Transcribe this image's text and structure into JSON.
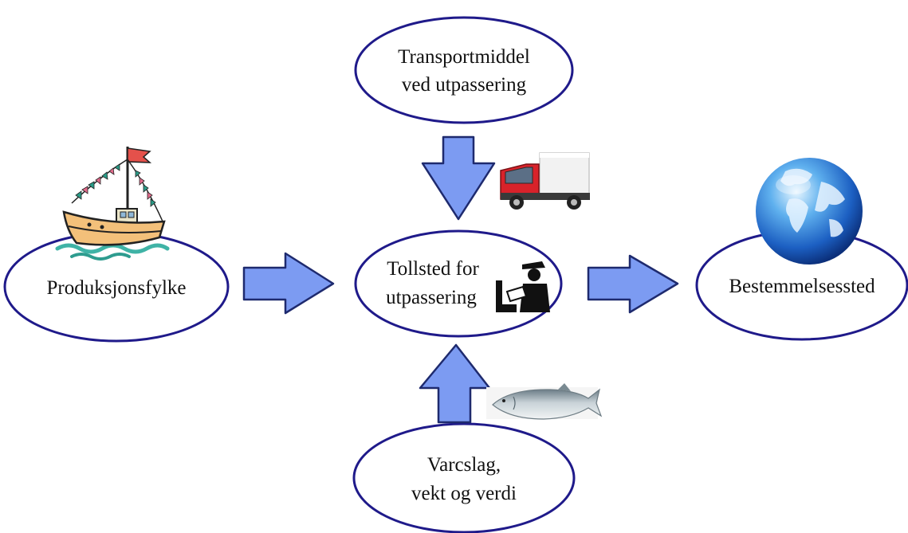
{
  "nodes": {
    "transport": {
      "line1": "Transportmiddel",
      "line2": "ved utpassering"
    },
    "production": {
      "label": "Produksjonsfylke"
    },
    "customs": {
      "line1": "Tollsted for",
      "line2": "utpassering"
    },
    "destination": {
      "label": "Bestemmelsessted"
    },
    "goods": {
      "line1": "Varcslag,",
      "line2": "vekt og verdi"
    }
  },
  "icons": {
    "boat": "boat-icon",
    "truck": "truck-icon",
    "customs_officer": "customs-officer-icon",
    "globe": "globe-icon",
    "fish": "fish-icon"
  },
  "colors": {
    "ellipse_stroke": "#1f1a8a",
    "arrow_fill": "#7c9bf2",
    "arrow_stroke": "#1e2a6e"
  }
}
